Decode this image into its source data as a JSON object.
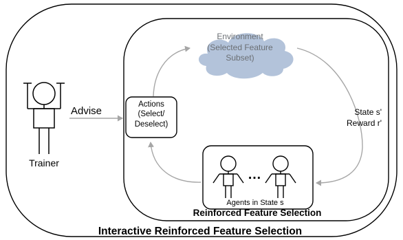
{
  "labels": {
    "outer_title": "Interactive Reinforced Feature Selection",
    "inner_title": "Reinforced Feature Selection",
    "trainer": "Trainer",
    "advise": "Advise",
    "actions": [
      "Actions",
      "(Select/",
      "Deselect)"
    ],
    "environment": [
      "Environment",
      "(Selected Feature",
      "Subset)"
    ],
    "state_reward": [
      "State s'",
      "Reward r'"
    ],
    "agents": "Agents in State s",
    "ellipsis": "…"
  },
  "colors": {
    "outline": "#000000",
    "arrow": "#a6a6a6",
    "cloud_fill": "#b3c3da",
    "environment_text": "#6b6f74"
  }
}
